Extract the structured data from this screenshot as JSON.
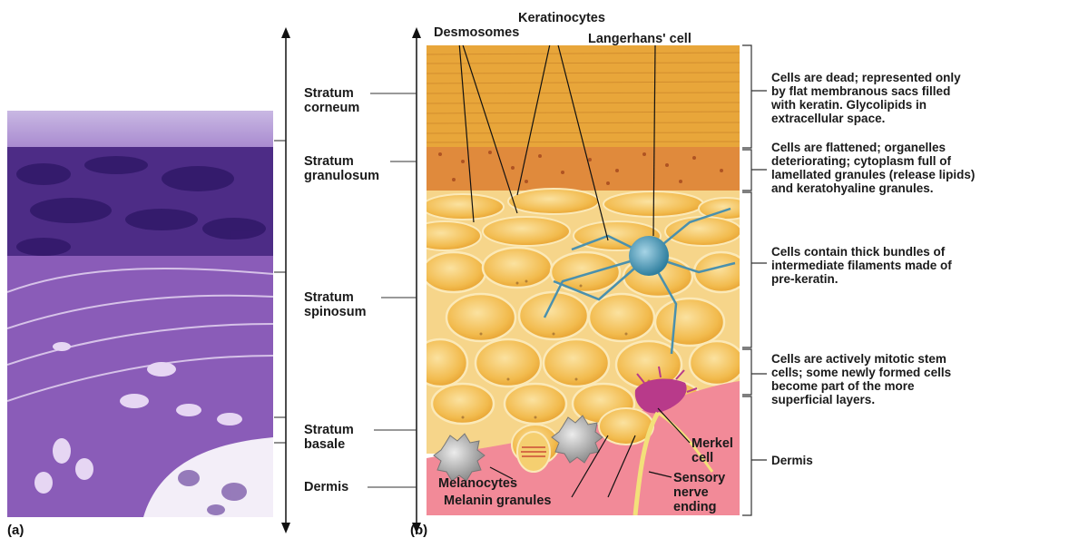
{
  "panel_a": {
    "label": "(a)"
  },
  "panel_b": {
    "label": "(b)"
  },
  "strata": [
    {
      "name_line1": "Stratum",
      "name_line2": "corneum",
      "description": [
        "Cells are dead; represented only",
        "by flat membranous sacs filled",
        "with keratin. Glycolipids in",
        "extracellular space."
      ]
    },
    {
      "name_line1": "Stratum",
      "name_line2": "granulosum",
      "description": [
        "Cells are flattened; organelles",
        "deteriorating; cytoplasm full of",
        "lamellated granules (release lipids)",
        "and keratohyaline granules."
      ]
    },
    {
      "name_line1": "Stratum",
      "name_line2": "spinosum",
      "description": [
        "Cells contain thick bundles of",
        "intermediate filaments made of",
        "pre-keratin."
      ]
    },
    {
      "name_line1": "Stratum",
      "name_line2": "basale",
      "description": [
        "Cells are actively mitotic stem",
        "cells; some newly formed cells",
        "become part of the more",
        "superficial layers."
      ]
    },
    {
      "name_line1": "Dermis",
      "name_line2": "",
      "description": [
        "Dermis"
      ]
    }
  ],
  "callouts": {
    "keratinocytes": "Keratinocytes",
    "desmosomes": "Desmosomes",
    "langerhans": "Langerhans' cell",
    "melanocytes": "Melanocytes",
    "melanin_granules": "Melanin granules",
    "merkel_1": "Merkel",
    "merkel_2": "cell",
    "sensory_1": "Sensory",
    "sensory_2": "nerve",
    "sensory_3": "ending"
  },
  "colors": {
    "corneum": "#e8a63a",
    "granulosum": "#d9823a",
    "cell_fill": "#f4c25a",
    "cell_edge": "#f9e2a4",
    "dermis": "#f28a98",
    "langerhans": "#3d8fb0",
    "merkel": "#b83a8a",
    "melanocyte": "#9e9e9e",
    "histology": "#7a4aa8"
  }
}
